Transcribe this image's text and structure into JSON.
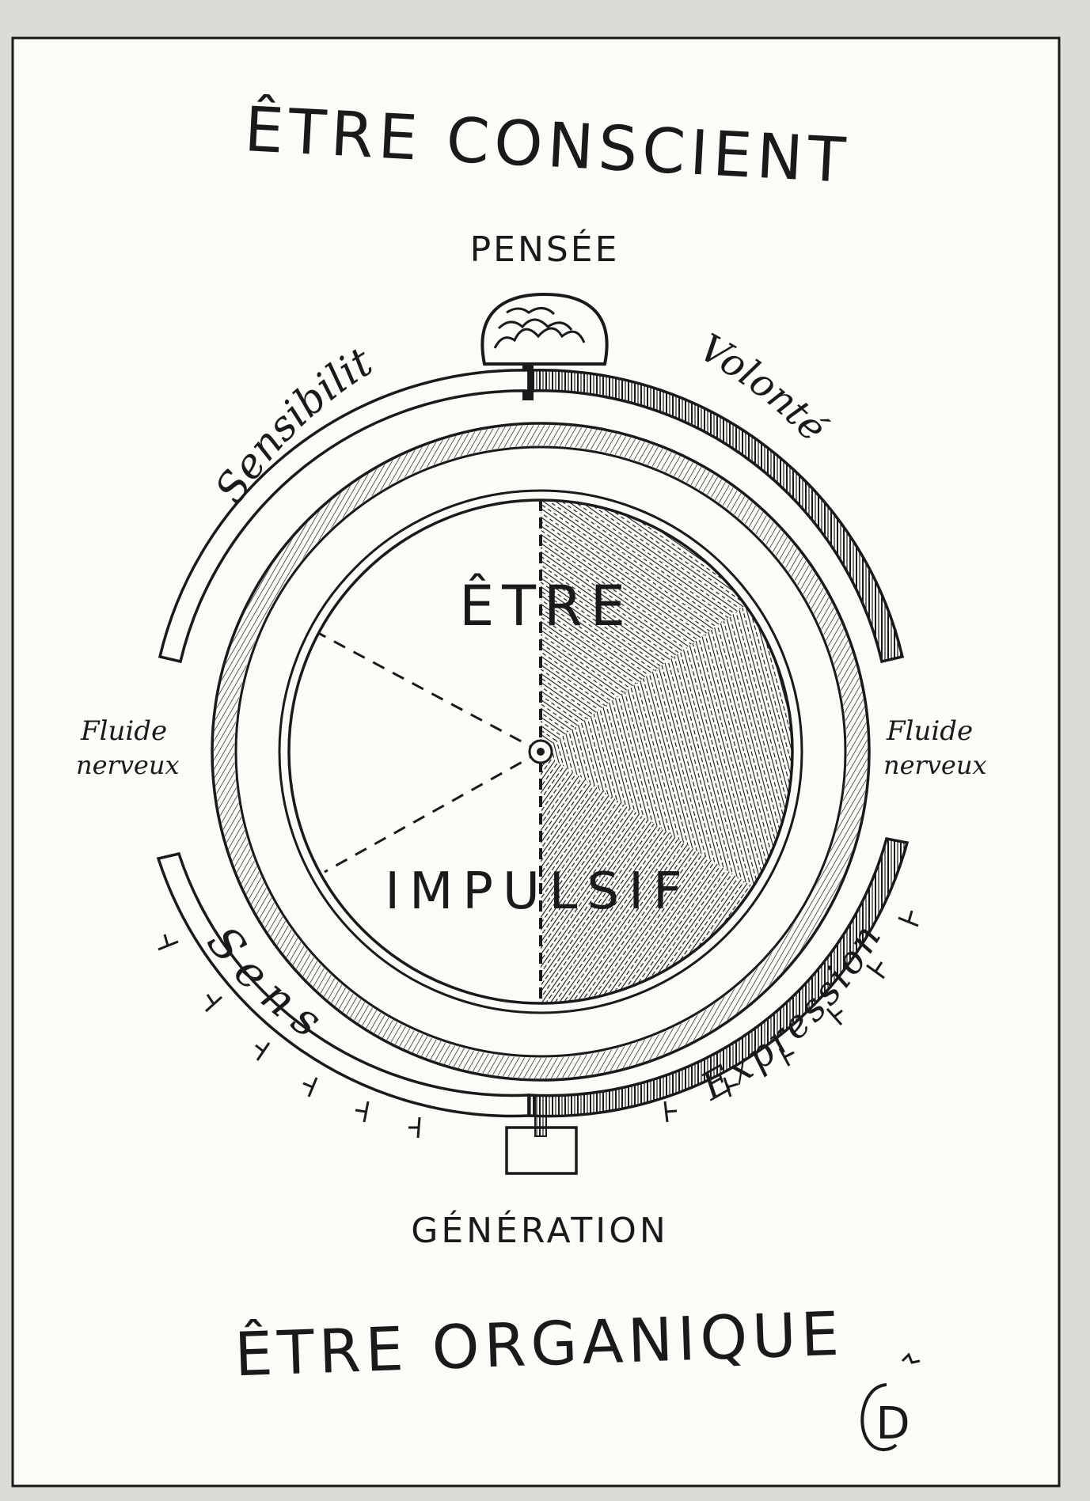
{
  "title_top": "ÊTRE CONSCIENT",
  "label_top": "PENSÉE",
  "arc_top_left": "Sensibilité",
  "arc_top_right": "Volonté",
  "side_left_line1": "Fluide",
  "side_left_line2": "nerveux",
  "side_right_line1": "Fluide",
  "side_right_line2": "nerveux",
  "arc_bottom_left": "Sens",
  "arc_bottom_right": "Expression",
  "center_top": "ÊTRE",
  "center_bottom": "IMPULSIF",
  "label_bottom": "GÉNÉRATION",
  "title_bottom": "ÊTRE ORGANIQUE",
  "monogram": "D",
  "colors": {
    "paper": "#fbfbf8",
    "ink": "#1a1a1a",
    "margin": "#dcdcd6"
  }
}
